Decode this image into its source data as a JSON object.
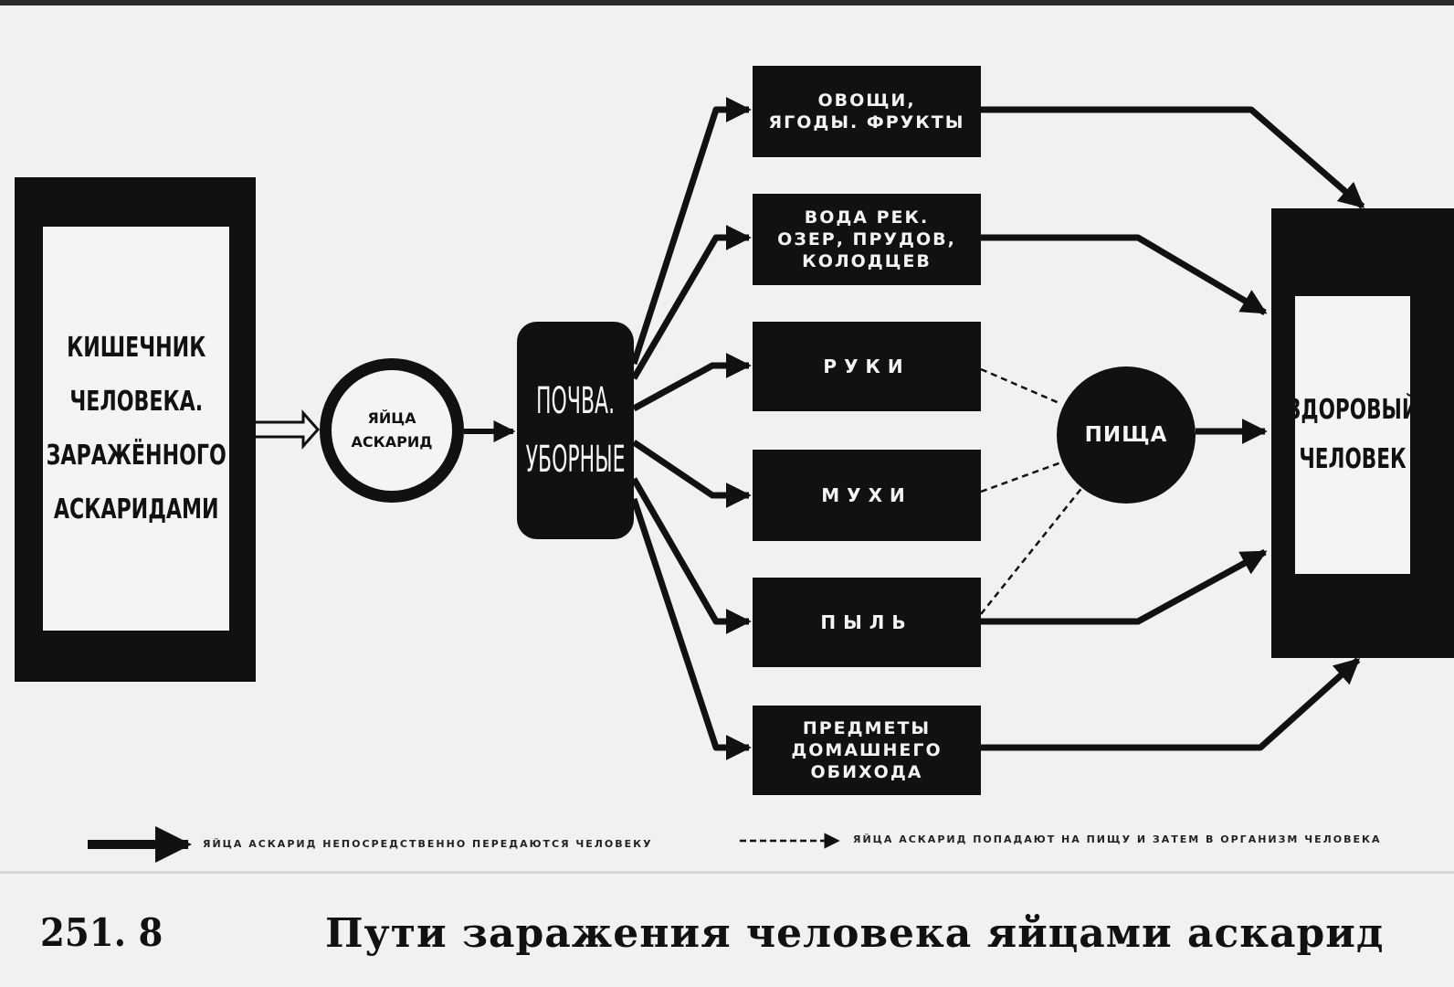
{
  "source": {
    "label": "КИШЕЧНИК\nЧЕЛОВЕКА.\nЗАРАЖЁННОГО\nАСКАРИДАМИ"
  },
  "eggs": {
    "label": "ЯЙЦА\nАСКАРИД"
  },
  "soil": {
    "label": "ПОЧВА.\nУБОРНЫЕ"
  },
  "vectors": [
    {
      "label": "ОВОЩИ,\nЯГОДЫ. ФРУКТЫ"
    },
    {
      "label": "ВОДА РЕК.\nОЗЕР, ПРУДОВ,\nКОЛОДЦЕВ"
    },
    {
      "label": "РУКИ"
    },
    {
      "label": "МУХИ"
    },
    {
      "label": "ПЫЛЬ"
    },
    {
      "label": "ПРЕДМЕТЫ\nДОМАШНЕГО\nОБИХОДА"
    }
  ],
  "food": {
    "label": "ПИЩА"
  },
  "target": {
    "label": "ЗДОРОВЫЙ\nЧЕЛОВЕК"
  },
  "legend": {
    "solid": "ЯЙЦА АСКАРИД НЕПОСРЕДСТВЕННО ПЕРЕДАЮТСЯ ЧЕЛОВЕКУ",
    "dashed": "ЯЙЦА АСКАРИД ПОПАДАЮТ НА ПИЩУ И ЗАТЕМ В ОРГАНИЗМ ЧЕЛОВЕКА"
  },
  "footer": {
    "slide_number": "251. 8",
    "caption": "Пути заражения человека яйцами аскарид"
  },
  "colors": {
    "background": "#f1f1ef",
    "ink": "#111111"
  }
}
